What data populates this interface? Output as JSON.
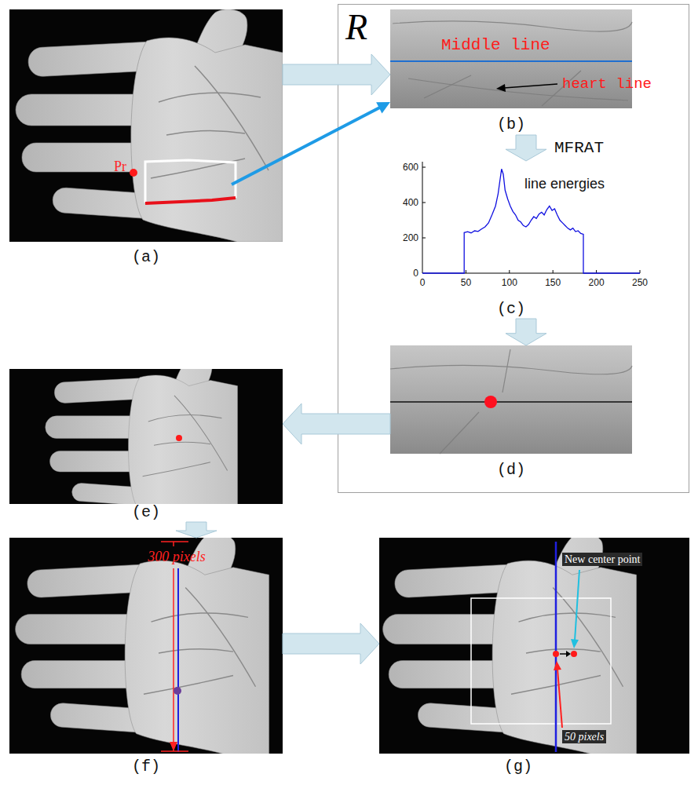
{
  "diagram": {
    "nodes": [
      {
        "text": [
          "(a)"
        ]
      },
      {
        "text": [
          "(b)"
        ]
      },
      {
        "text": [
          "(c)"
        ]
      },
      {
        "text": [
          "(d)"
        ]
      },
      {
        "text": [
          "(e)"
        ]
      },
      {
        "text": [
          "(f)"
        ]
      },
      {
        "text": [
          "(g)"
        ]
      }
    ],
    "edges": [
      {
        "from": 0,
        "to": 1,
        "arrow": "to"
      },
      {
        "from": 0,
        "to": 1,
        "arrow": "to"
      },
      {
        "from": 1,
        "to": 2,
        "label": "MFRAT",
        "arrow": "to"
      },
      {
        "from": 2,
        "to": 3,
        "arrow": "to"
      },
      {
        "from": 3,
        "to": 4,
        "arrow": "to"
      },
      {
        "from": 4,
        "to": 5,
        "arrow": "to"
      },
      {
        "from": 5,
        "to": 6,
        "arrow": "to"
      }
    ],
    "labels": [
      "Pr",
      "R",
      "Middle line",
      "heart line",
      "0",
      "200",
      "400",
      "600",
      "0",
      "50",
      "100",
      "150",
      "200",
      "250",
      "line energies",
      "300 pixels",
      "New center point",
      "50 pixels"
    ]
  }
}
